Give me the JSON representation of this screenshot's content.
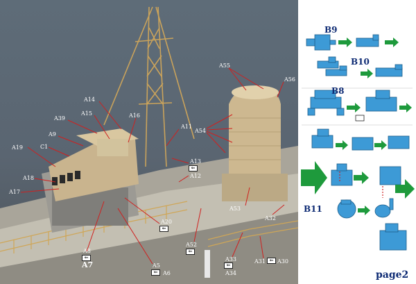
{
  "photo_labels": {
    "a55": "A55",
    "a56": "A56",
    "a14": "A14",
    "a39": "A39",
    "a15": "A15",
    "a16": "A16",
    "a9": "A9",
    "a11": "A11",
    "a54": "A54",
    "a19": "A19",
    "c1": "C1",
    "a13": "A13",
    "a12": "A12",
    "a18": "A18",
    "a17": "A17",
    "a53": "A53",
    "a32": "A32",
    "a20": "A20",
    "a52": "A52",
    "a8": "A8",
    "a7": "A7",
    "a33": "A33",
    "a34": "A34",
    "a31": "A31",
    "a30": "A30",
    "a5": "A5",
    "a6": "A6"
  },
  "panel": {
    "b9": "B9",
    "b10": "B10",
    "b8": "B8",
    "b11": "B11",
    "page": "page2"
  },
  "colors": {
    "part_blue": "#3d9ad6",
    "arrow_green": "#1e9a3c",
    "label_navy": "#0d2a73",
    "callout_red": "#d0201f",
    "resin": "#c9b48e",
    "photo_bg": "#5b6772"
  },
  "icons": {
    "fold_icon": "arrow-left-fold-icon"
  }
}
